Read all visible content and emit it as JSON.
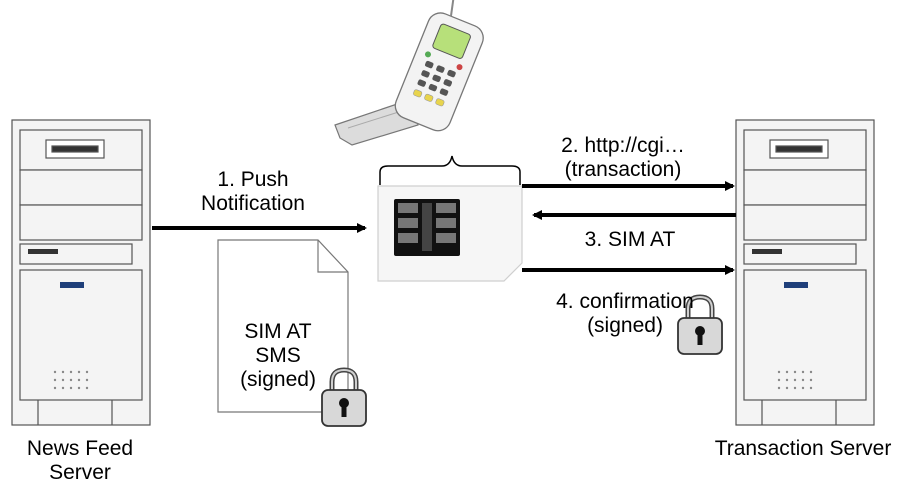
{
  "servers": {
    "left_name": [
      "News Feed",
      "Server"
    ],
    "right_name": [
      "Transaction Server"
    ]
  },
  "sms_document": [
    "SIM AT",
    "SMS",
    "(signed)"
  ],
  "arrows": {
    "push": [
      "1. Push",
      "Notification"
    ],
    "http": [
      "2. http://cgi…",
      "(transaction)"
    ],
    "sim_at": [
      "3. SIM AT"
    ],
    "confirmation": [
      "4. confirmation",
      "(signed)"
    ]
  },
  "colors": {
    "phone_screen": "#b7e07a",
    "stroke": "#000000",
    "arrow": "#000000",
    "server_body": "#f4f4f4"
  },
  "icons": [
    "server-icon",
    "mobile-phone-icon",
    "sim-card-icon",
    "document-icon",
    "padlock-icon"
  ]
}
